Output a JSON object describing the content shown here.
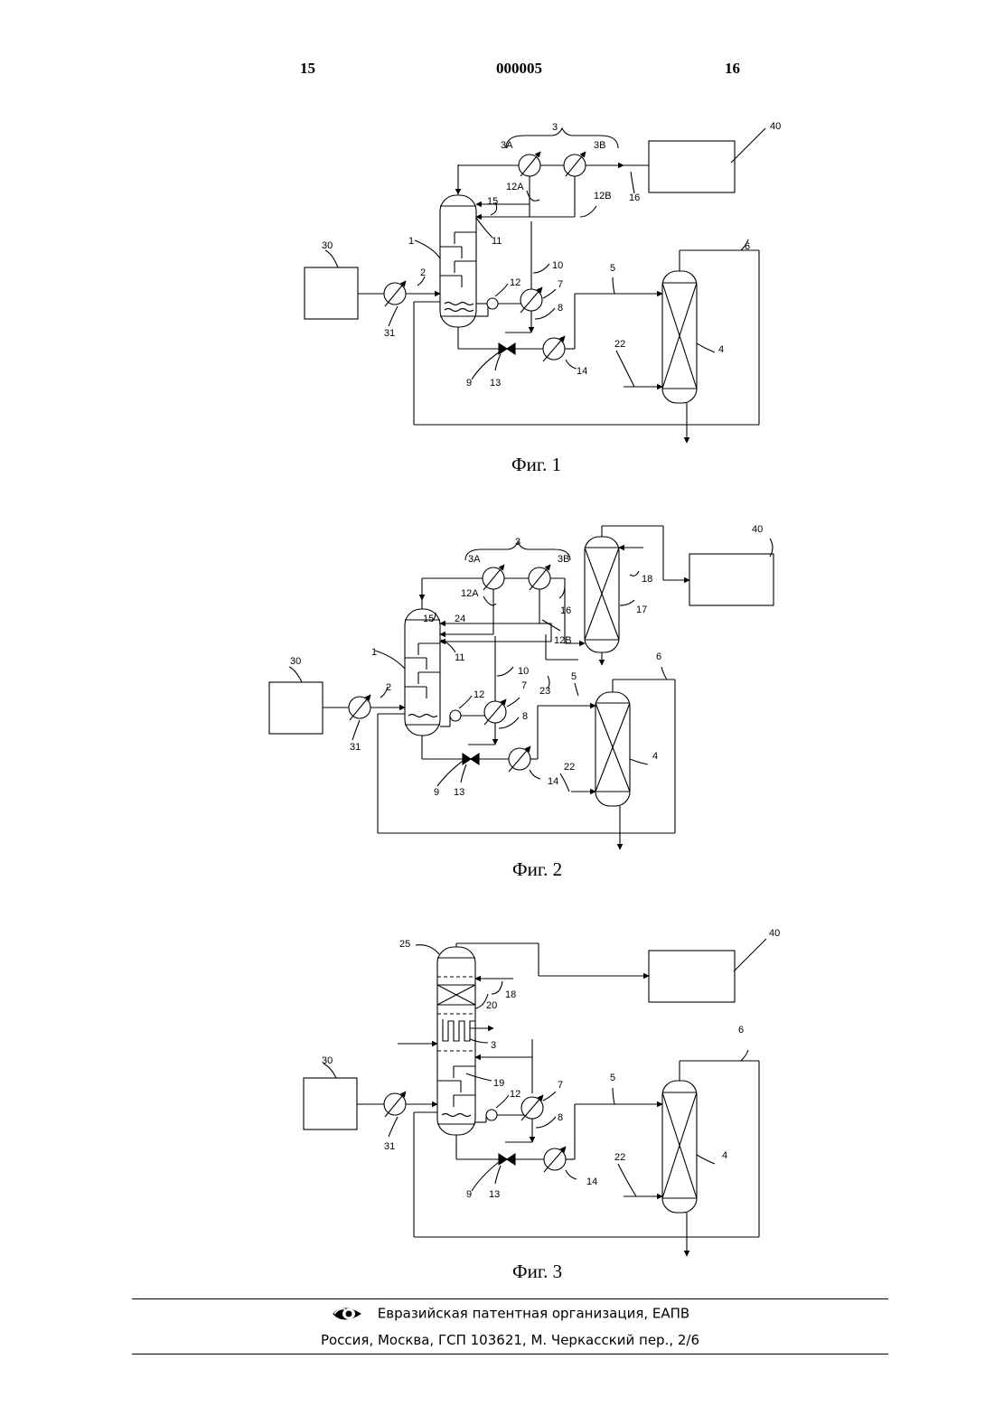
{
  "header": {
    "left_page": "15",
    "doc_number": "000005",
    "right_page": "16"
  },
  "figures": [
    {
      "caption": "Фиг. 1",
      "labels": {
        "n3": "3",
        "n3a": "3A",
        "n3b": "3B",
        "n40": "40",
        "n12a": "12A",
        "n12b": "12B",
        "n16": "16",
        "n15": "15",
        "n11": "11",
        "n1": "1",
        "n30": "30",
        "n2": "2",
        "n10": "10",
        "n12": "12",
        "n7": "7",
        "n6": "6",
        "n5": "5",
        "n8": "8",
        "n31": "31",
        "n14": "14",
        "n22": "22",
        "n4": "4",
        "n9": "9",
        "n13": "13"
      }
    },
    {
      "caption": "Фиг. 2",
      "labels": {
        "n3": "3",
        "n3a": "3A",
        "n3b": "3B",
        "n40": "40",
        "n12a": "12A",
        "n12b": "12B",
        "n16": "16",
        "n18": "18",
        "n17": "17",
        "n15": "15",
        "n24": "24",
        "n11": "11",
        "n1": "1",
        "n30": "30",
        "n2": "2",
        "n10": "10",
        "n12": "12",
        "n7": "7",
        "n23": "23",
        "n5": "5",
        "n6": "6",
        "n8": "8",
        "n31": "31",
        "n14": "14",
        "n22": "22",
        "n4": "4",
        "n9": "9",
        "n13": "13"
      }
    },
    {
      "caption": "Фиг. 3",
      "labels": {
        "n25": "25",
        "n40": "40",
        "n18": "18",
        "n20": "20",
        "n3": "3",
        "n30": "30",
        "n19": "19",
        "n12": "12",
        "n7": "7",
        "n6": "6",
        "n5": "5",
        "n8": "8",
        "n31": "31",
        "n14": "14",
        "n22": "22",
        "n4": "4",
        "n9": "9",
        "n13": "13"
      }
    }
  ],
  "footer": {
    "organization": "Евразийская патентная организация, ЕАПВ",
    "address": "Россия, Москва, ГСП 103621, М. Черкасский пер., 2/6"
  }
}
